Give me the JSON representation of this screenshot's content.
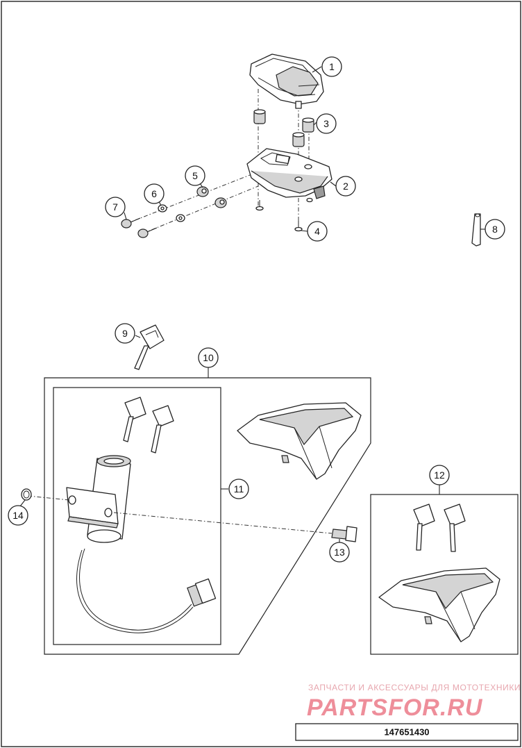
{
  "callouts": [
    "1",
    "2",
    "3",
    "4",
    "5",
    "6",
    "7",
    "8",
    "9",
    "10",
    "11",
    "12",
    "13",
    "14"
  ],
  "watermark": {
    "subtitle": "ЗАПЧАСТИ И АКСЕССУАРЫ ДЛЯ МОТОТЕХНИКИ",
    "brand": "PARTSFOR.RU"
  },
  "drawing_number": "147651430",
  "colors": {
    "line": "#222222",
    "watermark": "#ee8e9a"
  }
}
